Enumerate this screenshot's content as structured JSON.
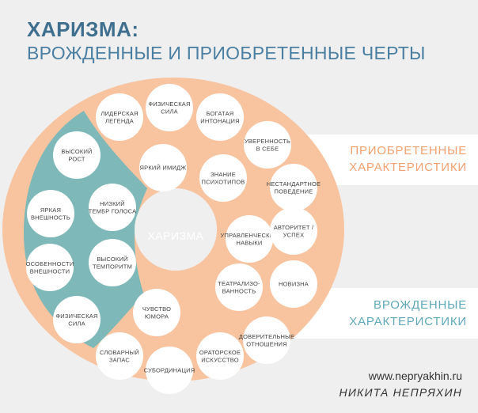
{
  "header": {
    "title": "ХАРИЗМА:",
    "subtitle": "ВРОЖДЕННЫЕ И ПРИОБРЕТЕННЫЕ ЧЕРТЫ"
  },
  "center_label": "ХАРИЗМА",
  "bands": {
    "acquired": [
      "ПРИОБРЕТЕННЫЕ",
      "ХАРАКТЕРИСТИКИ"
    ],
    "innate": [
      "ВРОЖДЕННЫЕ",
      "ХАРАКТЕРИСТИКИ"
    ]
  },
  "colors": {
    "acquired": "#f8c4a0",
    "innate": "#7fb8b8",
    "circle": "#ffffff",
    "background": "#efefef"
  },
  "innate_traits": [
    [
      "ВЫСОКИЙ",
      "РОСТ"
    ],
    [
      "ЯРКАЯ",
      "ВНЕШНОСТЬ"
    ],
    [
      "НИЗКИЙ",
      "ТЕМБР ГОЛОСА"
    ],
    [
      "ОСОБЕННОСТИ",
      "ВНЕШНОСТИ"
    ],
    [
      "ВЫСОКИЙ",
      "ТЕМПОРИТМ"
    ],
    [
      "ФИЗИЧЕСКАЯ",
      "СИЛА"
    ]
  ],
  "acquired_traits": [
    [
      "ЛИДЕРСКАЯ",
      "ЛЕГЕНДА"
    ],
    [
      "ФИЗИЧЕСКАЯ",
      "СИЛА"
    ],
    [
      "БОГАТАЯ",
      "ИНТОНАЦИЯ"
    ],
    [
      "УВЕРЕННОСТЬ",
      "В СЕБЕ"
    ],
    [
      "ЯРКИЙ ИМИДЖ"
    ],
    [
      "ЗНАНИЕ",
      "ПСИХОТИПОВ"
    ],
    [
      "НЕСТАНДАРТНОЕ",
      "ПОВЕДЕНИЕ"
    ],
    [
      "УПРАВЛЕНЧЕСКИЕ",
      "НАВЫКИ"
    ],
    [
      "АВТОРИТЕТ /",
      "УСПЕХ"
    ],
    [
      "ТЕАТРАЛИЗО-",
      "ВАННОСТЬ"
    ],
    [
      "НОВИЗНА"
    ],
    [
      "ЧУВСТВО",
      "ЮМОРА"
    ],
    [
      "ДОВЕРИТЕЛЬНЫЕ",
      "ОТНОШЕНИЯ"
    ],
    [
      "СЛОВАРНЫЙ",
      "ЗАПАС"
    ],
    [
      "СУБОРДИНАЦИЯ"
    ],
    [
      "ОРАТОРСКОЕ",
      "ИСКУССТВО"
    ]
  ],
  "footer": {
    "site": "www.nepryakhin.ru",
    "author": "НИКИТА НЕПРЯХИН"
  }
}
